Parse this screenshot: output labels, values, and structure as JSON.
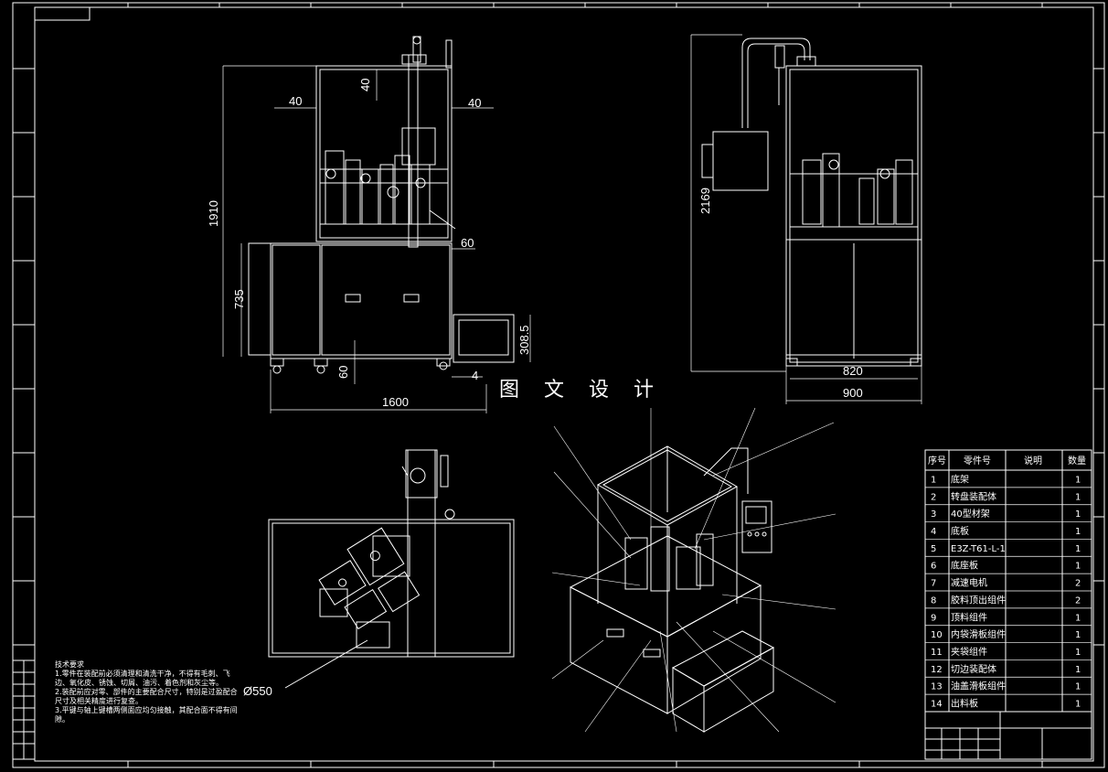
{
  "watermark": "图 文 设 计",
  "dimensions": {
    "front_left_40": "40",
    "front_top_40": "40",
    "front_right_40": "40",
    "front_1910": "1910",
    "front_60_right": "60",
    "front_735": "735",
    "front_308_5": "308.5",
    "front_60_bottom": "60",
    "front_4": "4",
    "front_1600": "1600",
    "side_2169": "2169",
    "side_820": "820",
    "side_900": "900",
    "top_dia": "Ø550"
  },
  "bom": {
    "headers": [
      "序号",
      "零件号",
      "说明",
      "数量"
    ],
    "rows": [
      {
        "no": "1",
        "name": "底架",
        "qty": "1"
      },
      {
        "no": "2",
        "name": "转盘装配体",
        "qty": "1"
      },
      {
        "no": "3",
        "name": "40型材架",
        "qty": "1"
      },
      {
        "no": "4",
        "name": "底板",
        "qty": "1"
      },
      {
        "no": "5",
        "name": "E3Z-T61-L-1",
        "qty": "1"
      },
      {
        "no": "6",
        "name": "底座板",
        "qty": "1"
      },
      {
        "no": "7",
        "name": "减速电机",
        "qty": "2"
      },
      {
        "no": "8",
        "name": "胶料顶出组件",
        "qty": "2"
      },
      {
        "no": "9",
        "name": "顶料组件",
        "qty": "1"
      },
      {
        "no": "10",
        "name": "内袋滑板组件",
        "qty": "1"
      },
      {
        "no": "11",
        "name": "夹袋组件",
        "qty": "1"
      },
      {
        "no": "12",
        "name": "切边装配体",
        "qty": "1"
      },
      {
        "no": "13",
        "name": "油盖滑板组件",
        "qty": "1"
      },
      {
        "no": "14",
        "name": "出料板",
        "qty": "1"
      }
    ]
  },
  "notes": {
    "title": "技术要求",
    "lines": [
      "1.零件在装配前必须清理和清洗干净，不得有毛刺、飞边、氧化皮、锈蚀、切屑、油污、着色剂和灰尘等。",
      "2.装配前应对零、部件的主要配合尺寸，特别是过盈配合尺寸及相关精度进行复查。",
      "3.平键与轴上键槽两侧面应均匀接触，其配合面不得有间隙。"
    ]
  }
}
